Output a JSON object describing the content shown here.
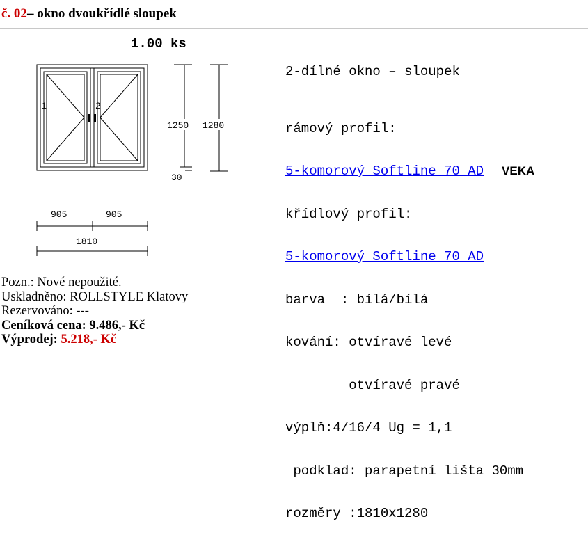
{
  "title": {
    "number": "č. 02",
    "text": "– okno dvoukřídlé sloupek"
  },
  "quantity": "1.00 ks",
  "specs": {
    "heading": "2-dílné okno – sloupek",
    "frame_profile_label": "rámový profil:",
    "frame_profile_value": "5-komorový Softline 70 AD",
    "brand": "VEKA",
    "sash_profile_label": "křídlový profil:",
    "sash_profile_value": "5-komorový Softline 70 AD",
    "color": "barva  : bílá/bílá",
    "hardware_1": "kování: otvíravé levé",
    "hardware_2": "        otvíravé pravé",
    "glazing": "výplň:4/16/4 Ug = 1,1",
    "sill": " podklad: parapetní lišta 30mm",
    "dimensions": "rozměry :1810x1280"
  },
  "drawing": {
    "sash_left_label": "1",
    "sash_right_label": "2",
    "height_inner": "1250",
    "height_total": "1280",
    "sill_height": "30",
    "width_left": "905",
    "width_right": "905",
    "width_total": "1810"
  },
  "notes": {
    "condition": "Pozn.: Nové nepoužité.",
    "stored_label": "Uskladněno: ",
    "stored_value": "ROLLSTYLE Klatovy",
    "reserved_label": "Rezervováno: ",
    "reserved_value": "---",
    "list_price_label": "Ceníková cena: ",
    "list_price_value": "9.486,- Kč",
    "sale_label": "Výprodej: ",
    "sale_value": "5.218,- Kč"
  },
  "colors": {
    "accent_red": "#cc0000",
    "link_blue": "#0000ee"
  }
}
